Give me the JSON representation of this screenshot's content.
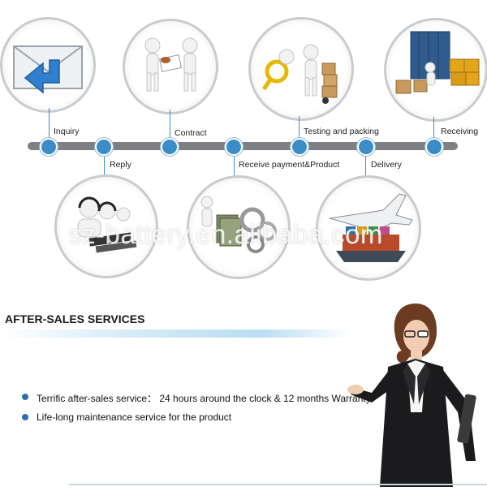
{
  "process": {
    "steps": [
      {
        "label": "Inquiry"
      },
      {
        "label": "Reply"
      },
      {
        "label": "Contract"
      },
      {
        "label": "Receive payment&Product"
      },
      {
        "label": "Testing and packing"
      },
      {
        "label": "Delivery"
      },
      {
        "label": "Receiving"
      }
    ]
  },
  "watermark": "sz-battery.en.alibaba.com",
  "after_sales": {
    "title": "AFTER-SALES SERVICES",
    "items": [
      {
        "text": "Terrific after-sales service： 24 hours around the clock & 12 months Warranty"
      },
      {
        "text": "Life-long maintenance service for the product"
      }
    ]
  },
  "colors": {
    "accent": "#3b8dc8",
    "timeline": "#7f8083",
    "bullet": "#2d6fb0"
  }
}
